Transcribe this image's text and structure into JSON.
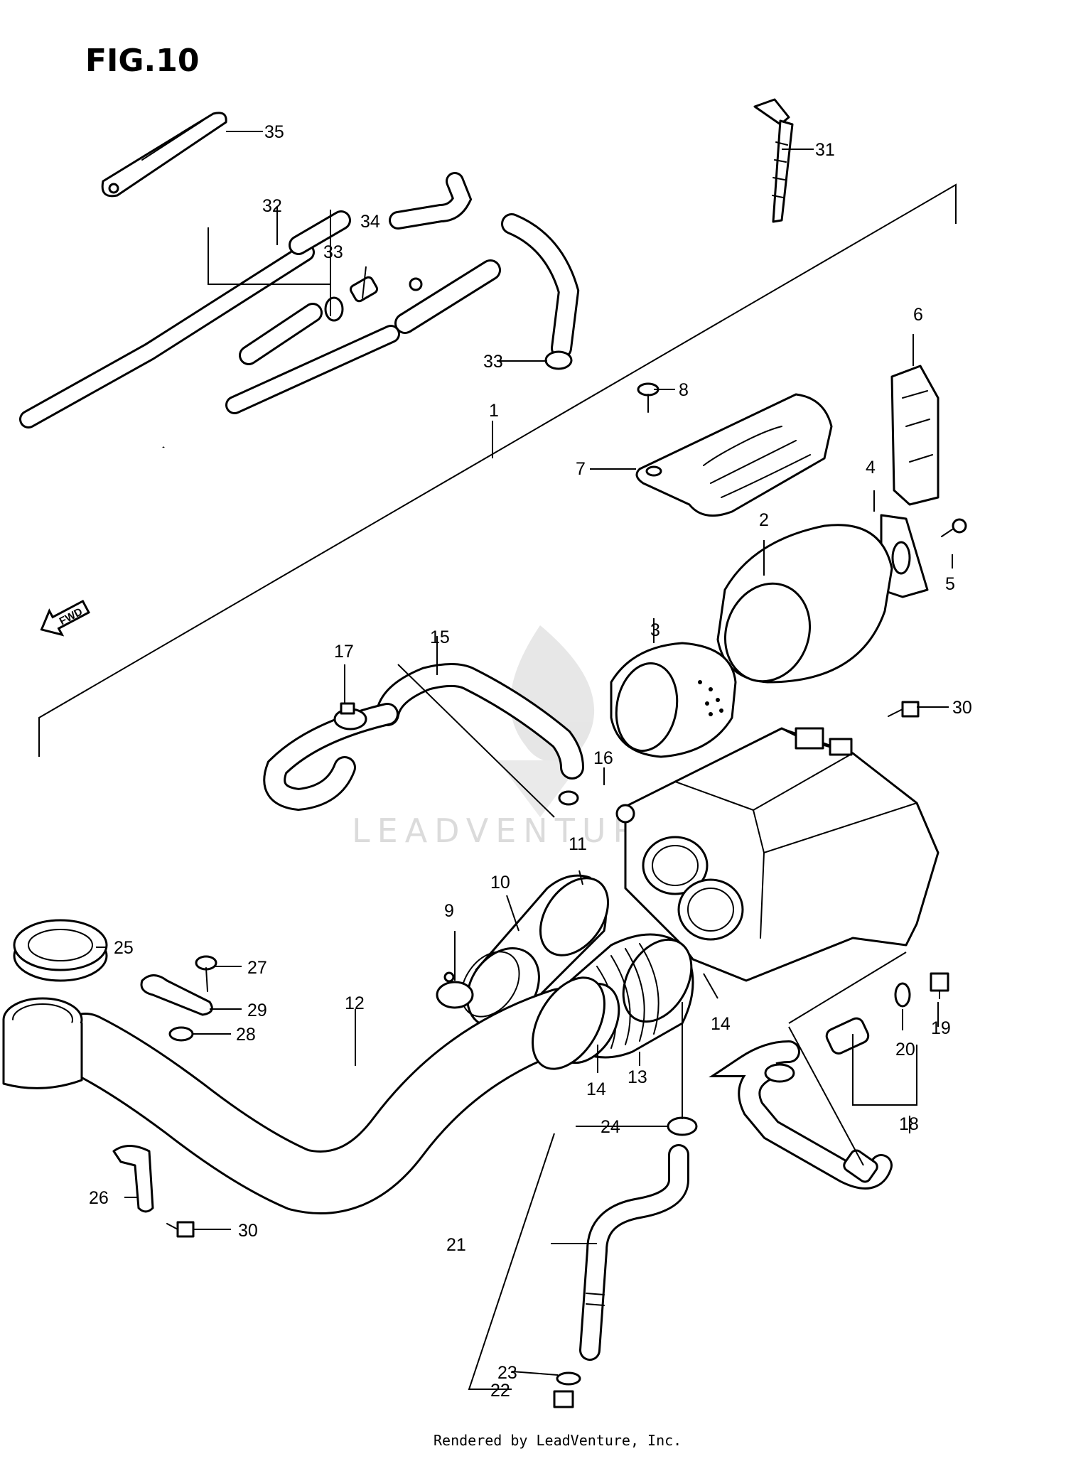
{
  "figure": {
    "title": "FIG.10"
  },
  "direction_marker": {
    "label": "FWD"
  },
  "watermark": {
    "text": "LEADVENTURE"
  },
  "footer": {
    "text": "Rendered by LeadVenture, Inc."
  },
  "callouts": [
    {
      "id": "c1",
      "label": "1"
    },
    {
      "id": "c2",
      "label": "2"
    },
    {
      "id": "c3",
      "label": "3"
    },
    {
      "id": "c4",
      "label": "4"
    },
    {
      "id": "c5",
      "label": "5"
    },
    {
      "id": "c6",
      "label": "6"
    },
    {
      "id": "c7",
      "label": "7"
    },
    {
      "id": "c8",
      "label": "8"
    },
    {
      "id": "c9",
      "label": "9"
    },
    {
      "id": "c10",
      "label": "10"
    },
    {
      "id": "c11",
      "label": "11"
    },
    {
      "id": "c12",
      "label": "12"
    },
    {
      "id": "c13",
      "label": "13"
    },
    {
      "id": "c14a",
      "label": "14"
    },
    {
      "id": "c14b",
      "label": "14"
    },
    {
      "id": "c15",
      "label": "15"
    },
    {
      "id": "c16",
      "label": "16"
    },
    {
      "id": "c17",
      "label": "17"
    },
    {
      "id": "c18",
      "label": "18"
    },
    {
      "id": "c19",
      "label": "19"
    },
    {
      "id": "c20",
      "label": "20"
    },
    {
      "id": "c21",
      "label": "21"
    },
    {
      "id": "c22",
      "label": "22"
    },
    {
      "id": "c23",
      "label": "23"
    },
    {
      "id": "c24",
      "label": "24"
    },
    {
      "id": "c25",
      "label": "25"
    },
    {
      "id": "c26",
      "label": "26"
    },
    {
      "id": "c27",
      "label": "27"
    },
    {
      "id": "c28",
      "label": "28"
    },
    {
      "id": "c29",
      "label": "29"
    },
    {
      "id": "c30a",
      "label": "30"
    },
    {
      "id": "c30b",
      "label": "30"
    },
    {
      "id": "c31",
      "label": "31"
    },
    {
      "id": "c32",
      "label": "32"
    },
    {
      "id": "c33a",
      "label": "33"
    },
    {
      "id": "c33b",
      "label": "33"
    },
    {
      "id": "c34",
      "label": "34"
    },
    {
      "id": "c35",
      "label": "35"
    }
  ]
}
